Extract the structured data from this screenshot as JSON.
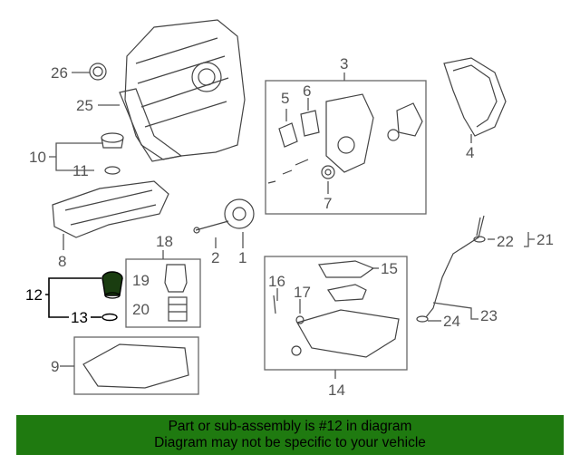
{
  "callouts": {
    "c1": "1",
    "c2": "2",
    "c3": "3",
    "c4": "4",
    "c5": "5",
    "c6": "6",
    "c7": "7",
    "c8": "8",
    "c9": "9",
    "c10": "10",
    "c11": "11",
    "c12": "12",
    "c13": "13",
    "c14": "14",
    "c15": "15",
    "c16": "16",
    "c17": "17",
    "c18": "18",
    "c19": "19",
    "c20": "20",
    "c21": "21",
    "c22": "22",
    "c23": "23",
    "c24": "24",
    "c25": "25",
    "c26": "26"
  },
  "highlight_part": "12",
  "colors": {
    "banner_bg": "#1f7a10",
    "highlight": "#000000",
    "line": "#555555"
  },
  "banner": {
    "line1": "Part or sub-assembly is #12 in diagram",
    "line2": "Diagram may not be specific to your vehicle"
  }
}
